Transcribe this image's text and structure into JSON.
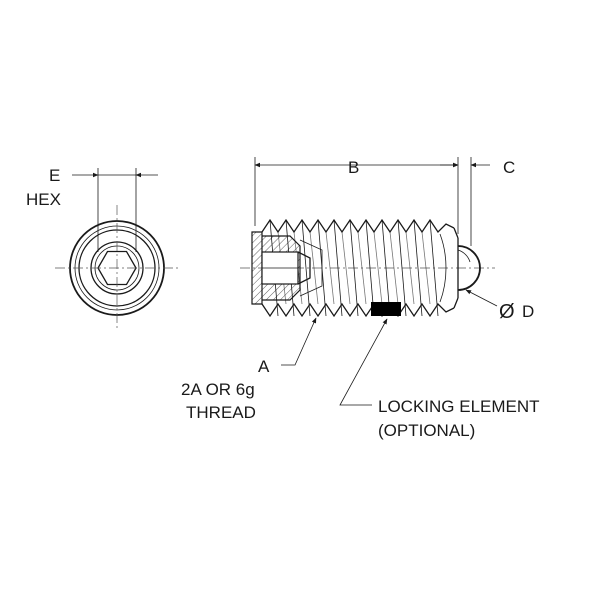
{
  "labels": {
    "e": "E",
    "hex": "HEX",
    "b": "B",
    "c": "C",
    "d_symbol": "Ø",
    "d": "D",
    "a": "A",
    "thread_class": "2A OR 6g",
    "thread": "THREAD",
    "locking_element": "LOCKING ELEMENT",
    "optional": "(OPTIONAL)"
  },
  "colors": {
    "line": "#1a1a1a",
    "locking_element": "#000000"
  }
}
